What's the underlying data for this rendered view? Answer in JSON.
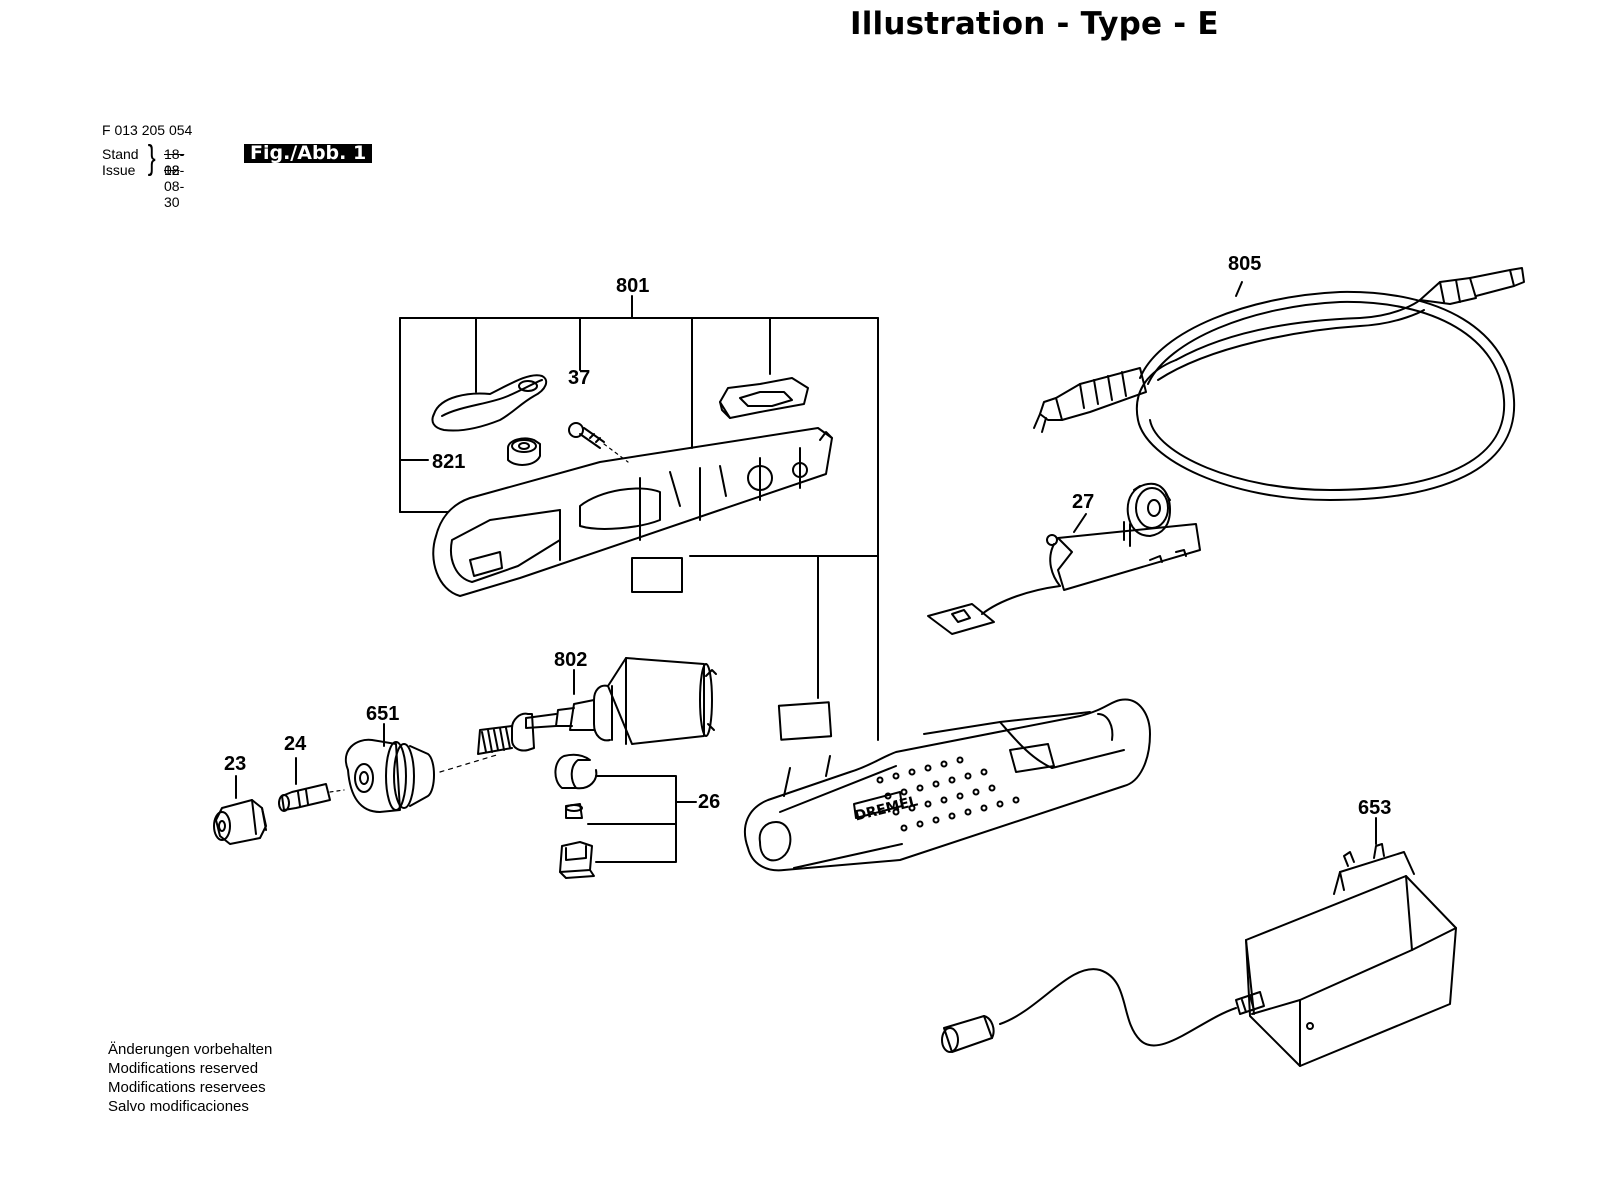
{
  "title": "Illustration - Type - E",
  "header": {
    "doc_number": "F 013 205 054",
    "stand_label": "Stand",
    "issue_label": "Issue",
    "stand_date": "18-02",
    "issue_date": "18-08-30",
    "figure_label": "Fig./Abb. 1"
  },
  "callouts": {
    "c801": "801",
    "c37": "37",
    "c821": "821",
    "c805": "805",
    "c27": "27",
    "c802": "802",
    "c651": "651",
    "c24": "24",
    "c23": "23",
    "c26": "26",
    "c653": "653"
  },
  "brand_label": "DREMEL",
  "footer": {
    "line1": "Änderungen vorbehalten",
    "line2": "Modifications reserved",
    "line3": "Modifications reservees",
    "line4": "Salvo modificaciones"
  }
}
